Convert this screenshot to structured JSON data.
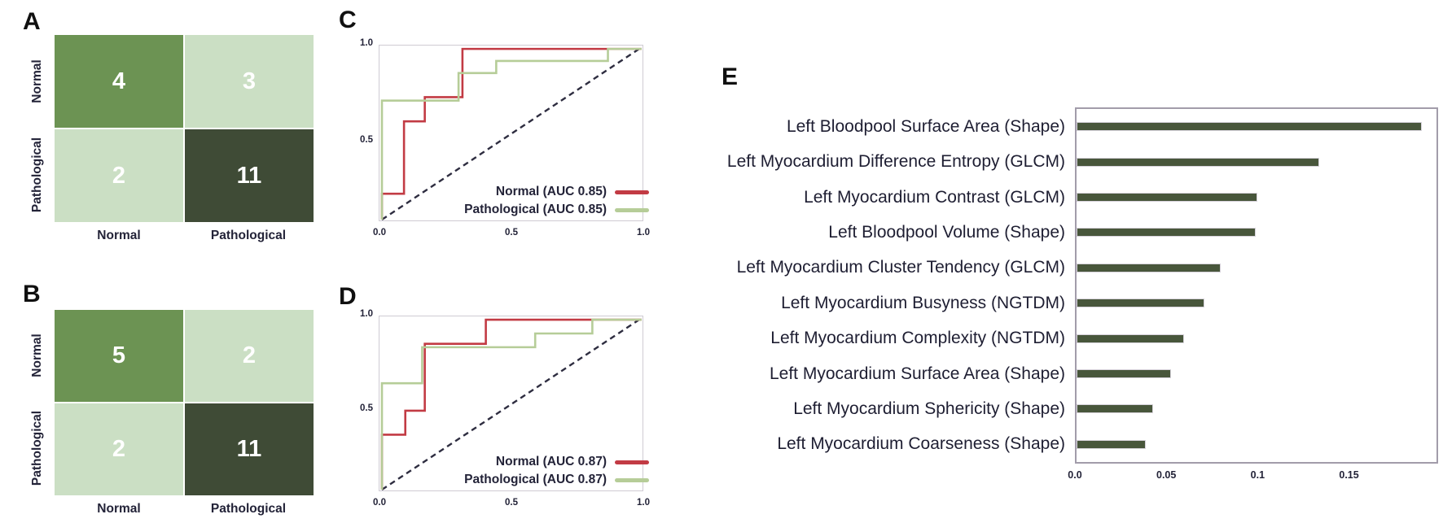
{
  "figure": {
    "background": "#ffffff",
    "panel_letters": {
      "a": "A",
      "b": "B",
      "c": "C",
      "d": "D",
      "e": "E"
    }
  },
  "colors": {
    "matrix_green_mid": "#6c9353",
    "matrix_green_light": "#cbdfc4",
    "matrix_green_dark": "#3f4b36",
    "roc_red": "#c23b44",
    "roc_green": "#b6cd98",
    "diagonal": "#2e2d40",
    "bar_fill": "#48563b",
    "frame_gray": "#a29caa",
    "text_dark": "#232338"
  },
  "chart_data": [
    {
      "id": "A",
      "panel": "A",
      "type": "heatmap",
      "row_labels": [
        "Normal",
        "Pathological"
      ],
      "col_labels": [
        "Normal",
        "Pathological"
      ],
      "values": [
        [
          4,
          3
        ],
        [
          2,
          11
        ]
      ],
      "cell_colors": [
        [
          "#6c9353",
          "#cbdfc4"
        ],
        [
          "#cbdfc4",
          "#3f4b36"
        ]
      ]
    },
    {
      "id": "B",
      "panel": "B",
      "type": "heatmap",
      "row_labels": [
        "Normal",
        "Pathological"
      ],
      "col_labels": [
        "Normal",
        "Pathological"
      ],
      "values": [
        [
          5,
          2
        ],
        [
          2,
          11
        ]
      ],
      "cell_colors": [
        [
          "#6c9353",
          "#cbdfc4"
        ],
        [
          "#cbdfc4",
          "#3f4b36"
        ]
      ]
    },
    {
      "id": "C",
      "panel": "C",
      "type": "line",
      "subtype": "roc",
      "xlim": [
        0,
        1
      ],
      "ylim": [
        0,
        1
      ],
      "xticks": [
        "0.0",
        "0.5",
        "1.0"
      ],
      "yticks": [
        "1.0",
        "0.5"
      ],
      "diagonal": true,
      "series": [
        {
          "name": "Normal (AUC 0.85)",
          "color": "#c23b44",
          "points": [
            [
              0,
              0
            ],
            [
              0,
              0.15
            ],
            [
              0.085,
              0.15
            ],
            [
              0.085,
              0.57
            ],
            [
              0.165,
              0.57
            ],
            [
              0.165,
              0.71
            ],
            [
              0.31,
              0.71
            ],
            [
              0.31,
              0.99
            ],
            [
              1,
              0.99
            ]
          ]
        },
        {
          "name": "Pathological (AUC 0.85)",
          "color": "#b6cd98",
          "points": [
            [
              0,
              0
            ],
            [
              0,
              0.69
            ],
            [
              0.295,
              0.69
            ],
            [
              0.295,
              0.85
            ],
            [
              0.44,
              0.85
            ],
            [
              0.44,
              0.92
            ],
            [
              0.87,
              0.92
            ],
            [
              0.87,
              0.99
            ],
            [
              1,
              0.99
            ]
          ]
        }
      ]
    },
    {
      "id": "D",
      "panel": "D",
      "type": "line",
      "subtype": "roc",
      "xlim": [
        0,
        1
      ],
      "ylim": [
        0,
        1
      ],
      "xticks": [
        "0.0",
        "0.5",
        "1.0"
      ],
      "yticks": [
        "1.0",
        "0.5"
      ],
      "diagonal": true,
      "series": [
        {
          "name": "Normal (AUC 0.87)",
          "color": "#c23b44",
          "points": [
            [
              0,
              0
            ],
            [
              0,
              0.32
            ],
            [
              0.09,
              0.32
            ],
            [
              0.09,
              0.46
            ],
            [
              0.165,
              0.46
            ],
            [
              0.165,
              0.85
            ],
            [
              0.4,
              0.85
            ],
            [
              0.4,
              0.99
            ],
            [
              1,
              0.99
            ]
          ]
        },
        {
          "name": "Pathological (AUC 0.87)",
          "color": "#b6cd98",
          "points": [
            [
              0,
              0
            ],
            [
              0,
              0.62
            ],
            [
              0.155,
              0.62
            ],
            [
              0.155,
              0.83
            ],
            [
              0.59,
              0.83
            ],
            [
              0.59,
              0.91
            ],
            [
              0.81,
              0.91
            ],
            [
              0.81,
              0.99
            ],
            [
              1,
              0.99
            ]
          ]
        }
      ]
    },
    {
      "id": "E",
      "panel": "E",
      "type": "bar",
      "orientation": "horizontal",
      "categories": [
        "Left Bloodpool Surface Area (Shape)",
        "Left Myocardium Difference Entropy (GLCM)",
        "Left Myocardium Contrast (GLCM)",
        "Left Bloodpool Volume (Shape)",
        "Left Myocardium Cluster Tendency (GLCM)",
        "Left Myocardium Busyness (NGTDM)",
        "Left Myocardium Complexity (NGTDM)",
        "Left Myocardium Surface Area (Shape)",
        "Left Myocardium Sphericity (Shape)",
        "Left Myocardium Coarseness (Shape)"
      ],
      "values": [
        0.188,
        0.132,
        0.098,
        0.097,
        0.078,
        0.069,
        0.058,
        0.051,
        0.041,
        0.037
      ],
      "xlim": [
        0,
        0.197
      ],
      "xticks": [
        0,
        0.05,
        0.1,
        0.15
      ],
      "xtick_labels": [
        "0.0",
        "0.05",
        "0.1",
        "0.15"
      ],
      "bar_color": "#48563b",
      "grid": false
    }
  ]
}
